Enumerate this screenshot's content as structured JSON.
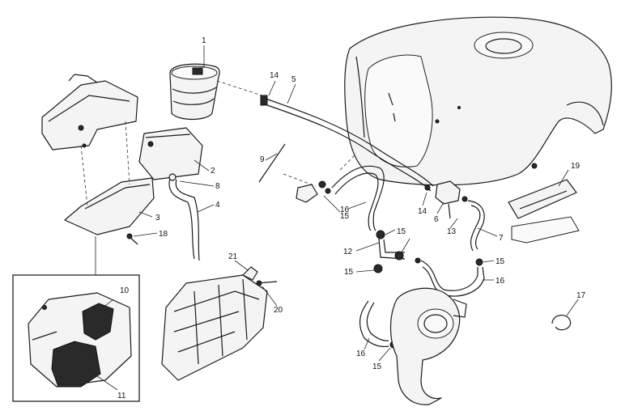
{
  "callouts": [
    {
      "id": "c1",
      "text": "1"
    },
    {
      "id": "c2",
      "text": "2"
    },
    {
      "id": "c3",
      "text": "3"
    },
    {
      "id": "c4",
      "text": "4"
    },
    {
      "id": "c5",
      "text": "5"
    },
    {
      "id": "c6",
      "text": "6"
    },
    {
      "id": "c7",
      "text": "7"
    },
    {
      "id": "c8",
      "text": "8"
    },
    {
      "id": "c9",
      "text": "9"
    },
    {
      "id": "c10",
      "text": "10"
    },
    {
      "id": "c11",
      "text": "11"
    },
    {
      "id": "c12",
      "text": "12"
    },
    {
      "id": "c13",
      "text": "13"
    },
    {
      "id": "c14a",
      "text": "14"
    },
    {
      "id": "c14b",
      "text": "14"
    },
    {
      "id": "c15a",
      "text": "15"
    },
    {
      "id": "c15b",
      "text": "15"
    },
    {
      "id": "c15c",
      "text": "15"
    },
    {
      "id": "c15d",
      "text": "15"
    },
    {
      "id": "c15e",
      "text": "15"
    },
    {
      "id": "c16a",
      "text": "16"
    },
    {
      "id": "c16b",
      "text": "16"
    },
    {
      "id": "c16c",
      "text": "16"
    },
    {
      "id": "c17",
      "text": "17"
    },
    {
      "id": "c18",
      "text": "18"
    },
    {
      "id": "c19",
      "text": "19"
    },
    {
      "id": "c20",
      "text": "20"
    },
    {
      "id": "c21",
      "text": "21"
    }
  ]
}
